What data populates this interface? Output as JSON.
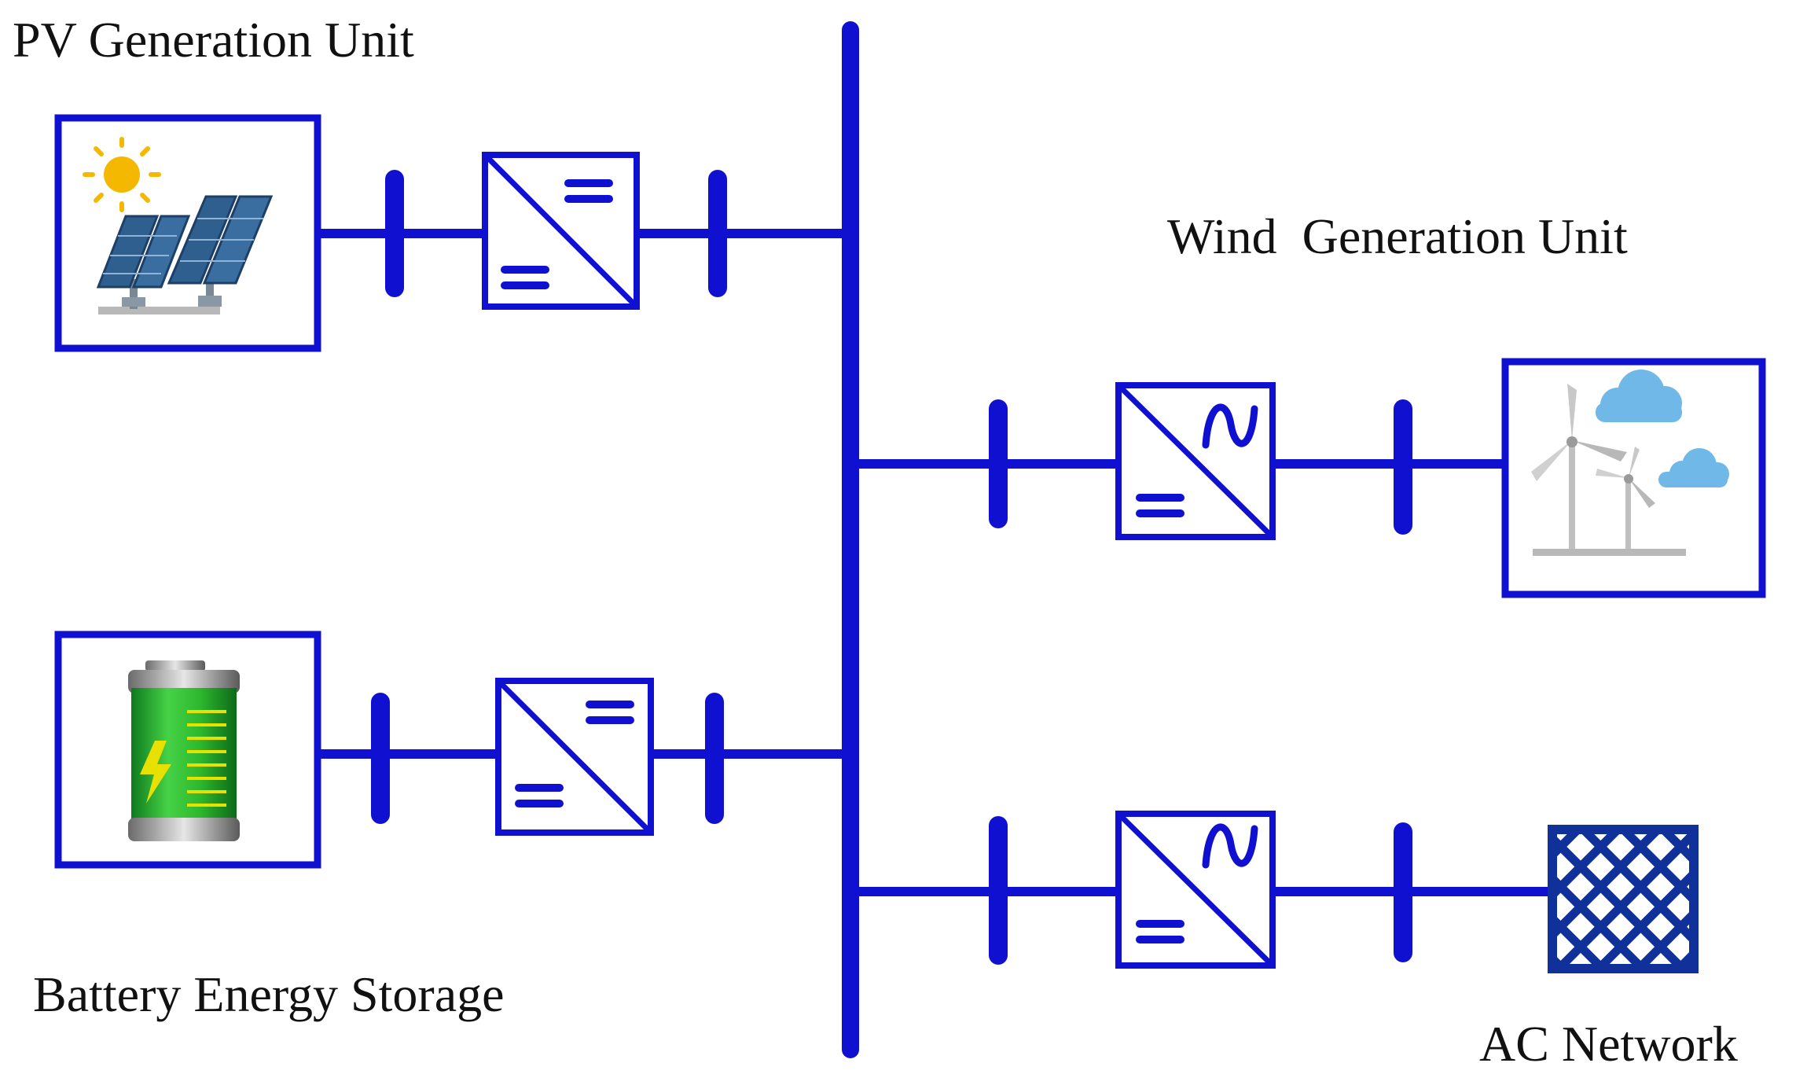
{
  "labels": {
    "pv": "PV Generation Unit",
    "wind": "Wind  Generation Unit",
    "battery": "Battery Energy Storage",
    "ac": "AC Network"
  },
  "colors": {
    "line": "#1010D0",
    "grid_fill": "#10309A",
    "sun": "#F5B800",
    "panel": "#2F5F8F",
    "battery_green": "#2DB82D",
    "battery_bolt": "#E8E000",
    "cloud": "#6FB8E8",
    "turbine": "#C8C8C8"
  },
  "icons": {
    "pv": "solar-panel-icon",
    "wind": "wind-turbine-icon",
    "battery": "battery-icon",
    "ac": "ac-grid-icon",
    "dcdc": "dc-dc-converter-icon",
    "dcac": "dc-ac-converter-icon"
  }
}
